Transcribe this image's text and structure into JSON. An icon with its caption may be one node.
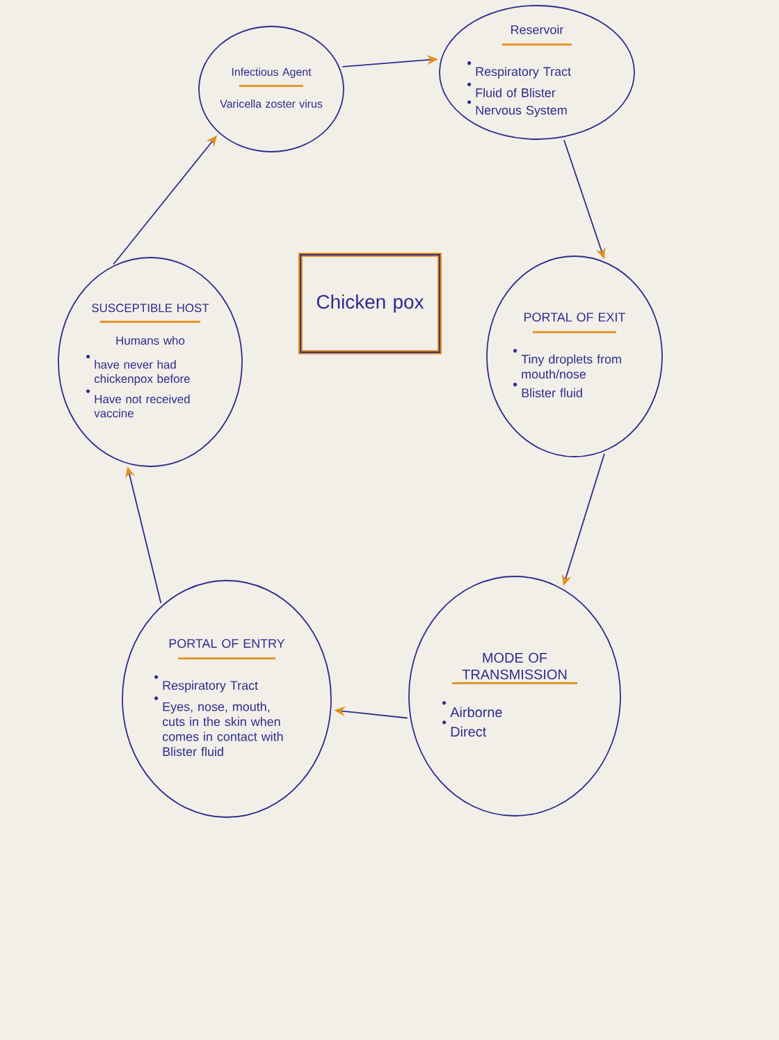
{
  "diagram": {
    "nodes": [
      {
        "text": [
          "Infectious Agent",
          "Varicella zoster virus"
        ]
      },
      {
        "text": [
          "Reservoir",
          "Respiratory Tract",
          "Fluid of Blister",
          "Nervous System"
        ]
      },
      {
        "text": [
          "PORTAL OF EXIT",
          "Tiny droplets from mouth/nose",
          "Blister fluid"
        ]
      },
      {
        "text": [
          "MODE OF TRANSMISSION",
          "Airborne",
          "Direct"
        ]
      },
      {
        "text": [
          "PORTAL OF ENTRY",
          "Respiratory Tract",
          "Eyes, nose, mouth, cuts in the skin when comes in contact with Blister fluid"
        ]
      },
      {
        "text": [
          "SUSCEPTIBLE HOST",
          "Humans who",
          "have never had chickenpox before",
          "Have not received vaccine"
        ]
      },
      {
        "text": [
          "Chicken pox"
        ]
      }
    ],
    "edges": [
      {
        "from": 0,
        "to": 1,
        "arrow": "to"
      },
      {
        "from": 1,
        "to": 2,
        "arrow": "to"
      },
      {
        "from": 2,
        "to": 3,
        "arrow": "to"
      },
      {
        "from": 3,
        "to": 4,
        "arrow": "to"
      },
      {
        "from": 4,
        "to": 5,
        "arrow": "to"
      },
      {
        "from": 5,
        "to": 0,
        "arrow": "to"
      }
    ]
  }
}
